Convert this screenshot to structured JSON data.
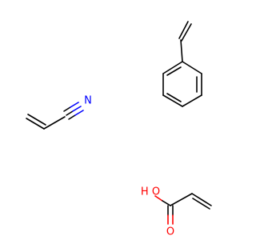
{
  "colors": {
    "bond": "#000000",
    "nitrogen": "#0000ff",
    "oxygen": "#ff0000",
    "background": "#ffffff"
  },
  "molecules": {
    "acrylonitrile": {
      "atoms": {
        "nitrogen": {
          "symbol": "N"
        }
      }
    },
    "acrylic_acid": {
      "atoms": {
        "hydroxyl": {
          "symbol": "H O"
        },
        "carbonyl": {
          "symbol": "O"
        }
      }
    }
  }
}
